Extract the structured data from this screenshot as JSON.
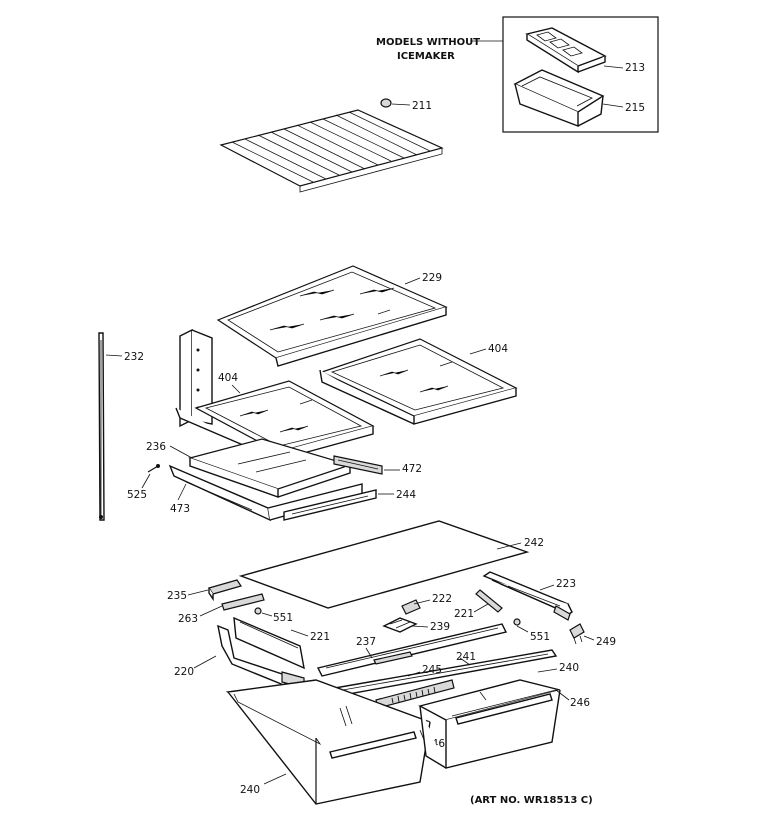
{
  "note_box": {
    "line1": "MODELS WITHOUT",
    "line2": "ICEMAKER"
  },
  "art_number": "(ART NO. WR18513 C)",
  "callouts": {
    "c211": "211",
    "c213": "213",
    "c215": "215",
    "c229": "229",
    "c232": "232",
    "c404a": "404",
    "c404b": "404",
    "c236": "236",
    "c472": "472",
    "c525": "525",
    "c473": "473",
    "c244": "244",
    "c242": "242",
    "c235": "235",
    "c223": "223",
    "c222": "222",
    "c263": "263",
    "c551a": "551",
    "c221a": "221",
    "c239": "239",
    "c221b": "221",
    "c237": "237",
    "c551b": "551",
    "c249": "249",
    "c220": "220",
    "c241": "241",
    "c245": "245",
    "c240a": "240",
    "c246a": "246",
    "c246b": "246",
    "c240b": "240"
  }
}
